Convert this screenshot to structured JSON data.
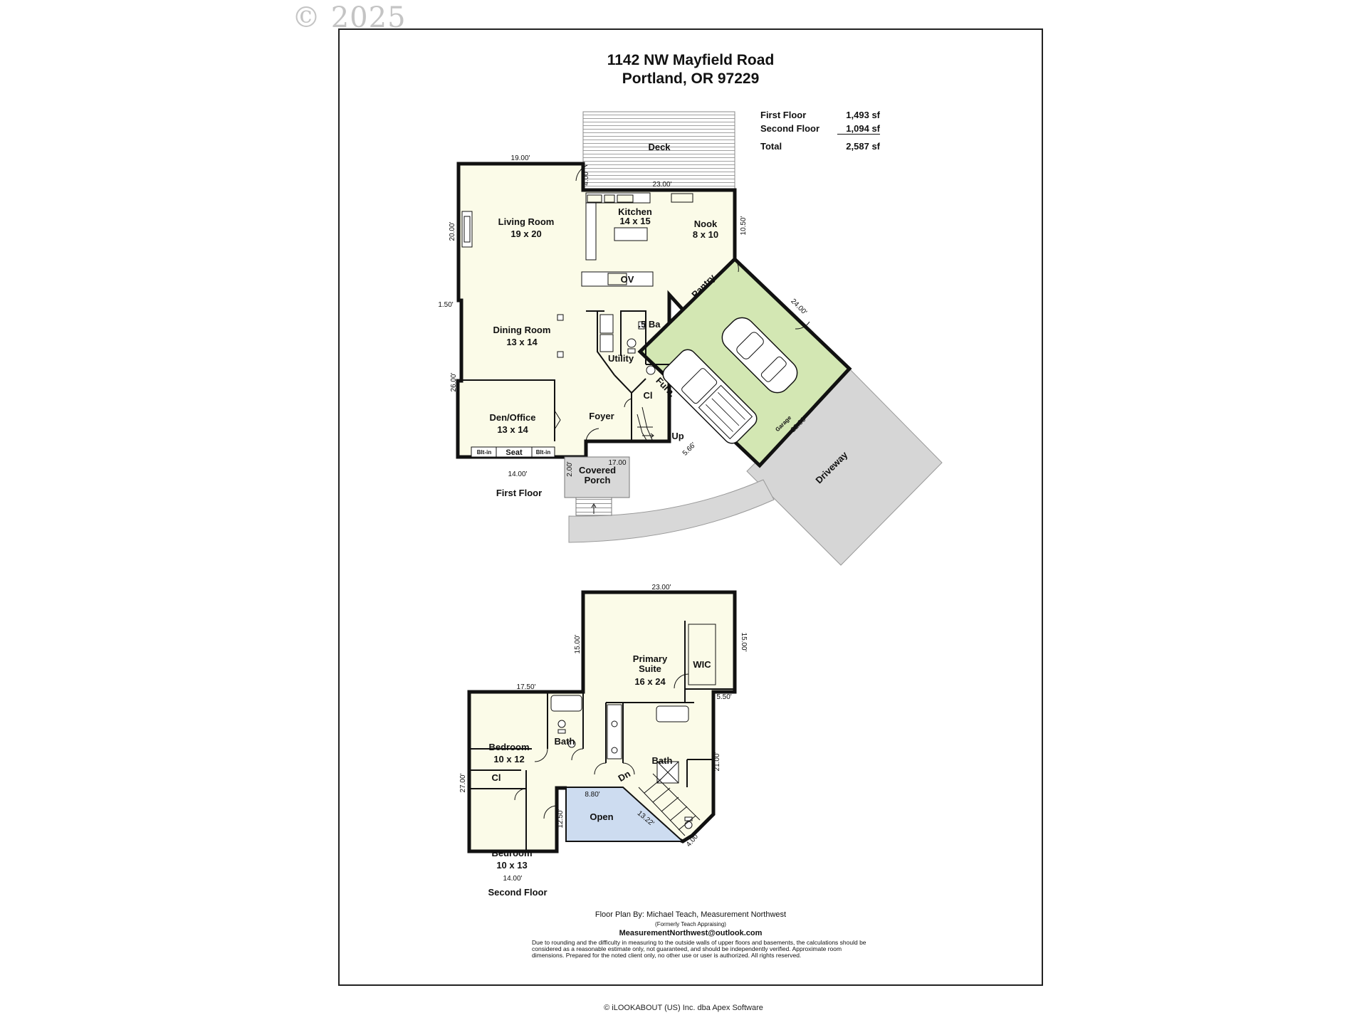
{
  "watermark": "© 2025",
  "header": {
    "address_line1": "1142 NW Mayfield Road",
    "address_line2": "Portland, OR 97229"
  },
  "area_summary": {
    "rows": [
      {
        "label": "First Floor",
        "value": "1,493 sf"
      },
      {
        "label": "Second Floor",
        "value": "1,094 sf"
      }
    ],
    "total_label": "Total",
    "total_value": "2,587 sf"
  },
  "first_floor": {
    "title": "First Floor",
    "rooms": {
      "deck": "Deck",
      "living_name": "Living Room",
      "living_size": "19 x 20",
      "kitchen_name": "Kitchen",
      "kitchen_size": "14 x 15",
      "nook_name": "Nook",
      "nook_size": "8 x 10",
      "dining_name": "Dining Room",
      "dining_size": "13 x 14",
      "den_name": "Den/Office",
      "den_size": "13 x 14",
      "foyer": "Foyer",
      "utility": "Utility",
      "half_bath": ".5 Ba",
      "pantry": "Pantry",
      "closet": "Cl",
      "furnace": "Furn.",
      "stairs_up": "Up",
      "porch_line1": "Covered",
      "porch_line2": "Porch",
      "garage": "Garage",
      "driveway": "Driveway",
      "builtin_left": "Blt-in",
      "seat": "Seat",
      "builtin_right": "Blt-in",
      "oven": "OV"
    },
    "dimensions": {
      "top_left": "19.00'",
      "deck_step": "4.00'",
      "kitchen_top": "23.00'",
      "living_left": "20.00'",
      "right_nook": "10.50'",
      "left_step": "1.50'",
      "left_lower": "26.00'",
      "garage_side": "24.00'",
      "garage_bottom": "22.00'",
      "stair_bottom": "5.66'",
      "front_right": "17.00",
      "porch_step": "2.00'",
      "bottom_left": "14.00'"
    }
  },
  "second_floor": {
    "title": "Second Floor",
    "rooms": {
      "primary_line1": "Primary",
      "primary_line2": "Suite",
      "primary_size": "16 x 24",
      "wic": "WIC",
      "bath_left": "Bath",
      "bath_right": "Bath",
      "bed1_name": "Bedroom",
      "bed1_size": "10 x 12",
      "bed2_name": "Bedroom",
      "bed2_size": "10 x 13",
      "open": "Open",
      "closet": "Cl",
      "stairs_down": "Dn"
    },
    "dimensions": {
      "top": "23.00'",
      "primary_left": "15.00'",
      "primary_right": "15.00'",
      "left_top": "17.50'",
      "wic_step": "5.50'",
      "left_side": "27.00'",
      "bath_side": "21.00'",
      "open_top": "8.80'",
      "open_left": "12.50'",
      "stair_diag": "13.22'",
      "stair_end": "4.00'",
      "bottom": "14.00'"
    }
  },
  "credits": {
    "line1": "Floor Plan By: Michael Teach, Measurement Northwest",
    "line2": "(Formerly Teach Appraising)",
    "email": "MeasurementNorthwest@outlook.com",
    "disclaimer": "Due to rounding and the difficulty in measuring to the outside walls of upper floors and basements, the calculations should be considered as a reasonable estimate only, not guaranteed, and should be independently verified. Approximate room dimensions. Prepared for the noted client only, no other use or user is authorized. All rights reserved."
  },
  "footer": "© iLOOKABOUT (US) Inc. dba Apex Software",
  "colors": {
    "room_fill": "#fbfbe8",
    "garage_fill": "#d3e7b3",
    "driveway_fill": "#d6d6d6",
    "open_fill": "#cddcf0",
    "wall": "#111111"
  }
}
